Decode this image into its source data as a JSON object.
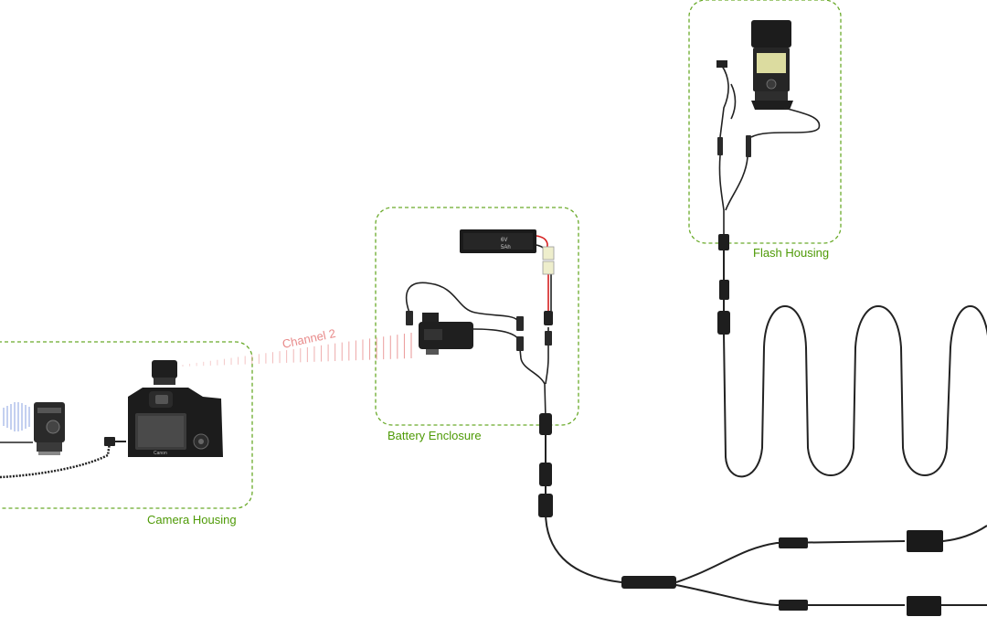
{
  "labels": {
    "camera_housing": "Camera Housing",
    "battery_enclosure": "Battery Enclosure",
    "flash_housing": "Flash Housing",
    "channel": "Channel 2"
  },
  "device_text": {
    "camera_brand": "Canon",
    "battery_voltage": "6V",
    "battery_capacity": "5Ah"
  },
  "colors": {
    "group_border": "#6aaa2a",
    "group_label": "#4e9a06",
    "channel_signal": "#e88a8a",
    "receiver_signal": "#8aa0e0",
    "cable": "#222222",
    "wire_red": "#d62020"
  }
}
